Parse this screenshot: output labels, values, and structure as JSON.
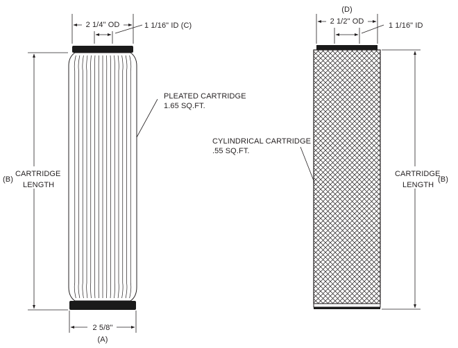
{
  "pleated": {
    "od_label": "2 1/4\" OD",
    "id_label": "1 1/16\" ID (C)",
    "name_line1": "PLEATED CARTRIDGE",
    "name_line2": "1.65 SQ.FT.",
    "length_ref": "(B)",
    "length_line1": "CARTRIDGE",
    "length_line2": "LENGTH",
    "bottom_width_label": "2 5/8\"",
    "bottom_ref": "(A)"
  },
  "cylindrical": {
    "top_ref": "(D)",
    "od_label": "2 1/2\" OD",
    "id_label": "1 1/16\" ID",
    "name_line1": "CYLINDRICAL CARTRIDGE",
    "name_line2": ".55 SQ.FT.",
    "length_line1": "CARTRIDGE",
    "length_line2": "LENGTH",
    "length_ref": "(B)"
  },
  "colors": {
    "ink": "#231f20",
    "cap": "#1a1a1a",
    "background": "#ffffff"
  }
}
